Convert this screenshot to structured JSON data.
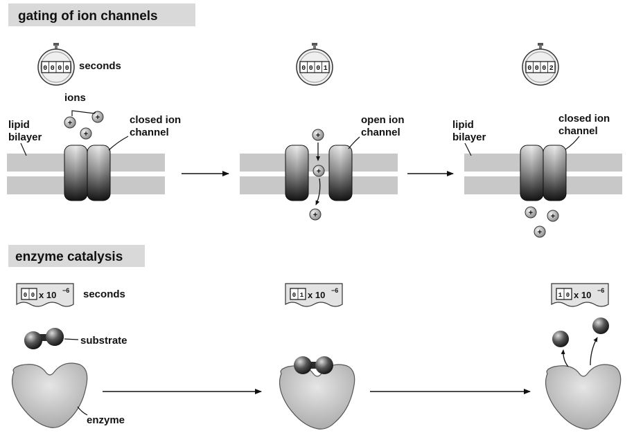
{
  "sections": {
    "gating_title": "gating of ion channels",
    "enzyme_title": "enzyme catalysis"
  },
  "timers": [
    {
      "digits": [
        "0",
        "0",
        "0",
        "0"
      ],
      "unit_label": "seconds"
    },
    {
      "digits": [
        "0",
        "0",
        "0",
        "1"
      ]
    },
    {
      "digits": [
        "0",
        "0",
        "0",
        "2"
      ]
    }
  ],
  "gating_labels": {
    "ions": "ions",
    "lipid_bilayer_line1": "lipid",
    "lipid_bilayer_line2": "bilayer",
    "closed_channel_line1": "closed ion",
    "closed_channel_line2": "channel",
    "open_channel_line1": "open ion",
    "open_channel_line2": "channel",
    "ion_symbol": "+"
  },
  "enzyme_timers": [
    {
      "digits": [
        "0",
        "0"
      ],
      "times": "x 10",
      "exponent": "−6",
      "unit_label": "seconds"
    },
    {
      "digits": [
        "0",
        "1"
      ],
      "times": "x 10",
      "exponent": "−6"
    },
    {
      "digits": [
        "1",
        "0"
      ],
      "times": "x 10",
      "exponent": "−6"
    }
  ],
  "enzyme_labels": {
    "substrate": "substrate",
    "enzyme": "enzyme"
  },
  "colors": {
    "title_bar": "#d9d9d9",
    "membrane": "#c8c8c8",
    "channel_dark": "#1a1a1a",
    "channel_light": "#e6e6e6",
    "enzyme_fill": "#bfbfbf"
  }
}
